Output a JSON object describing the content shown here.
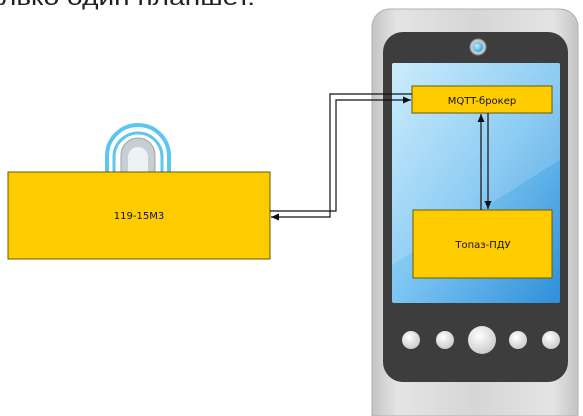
{
  "document": {
    "header_fragment": "лько один планшет."
  },
  "diagram": {
    "device": {
      "label": "119-15М3",
      "icon": "wifi-icon"
    },
    "phone": {
      "icon": "smartphone-icon",
      "broker": {
        "label": "MQTT-брокер"
      },
      "app": {
        "label": "Топаз-ПДУ"
      }
    }
  },
  "colors": {
    "node_fill": "#ffcc00",
    "node_stroke": "#6b5a00",
    "wifi_signal": "#5cc6f1",
    "edge": "#111111",
    "phone_body": "#d6d6d6",
    "phone_bezel": "#3d3d3d"
  }
}
